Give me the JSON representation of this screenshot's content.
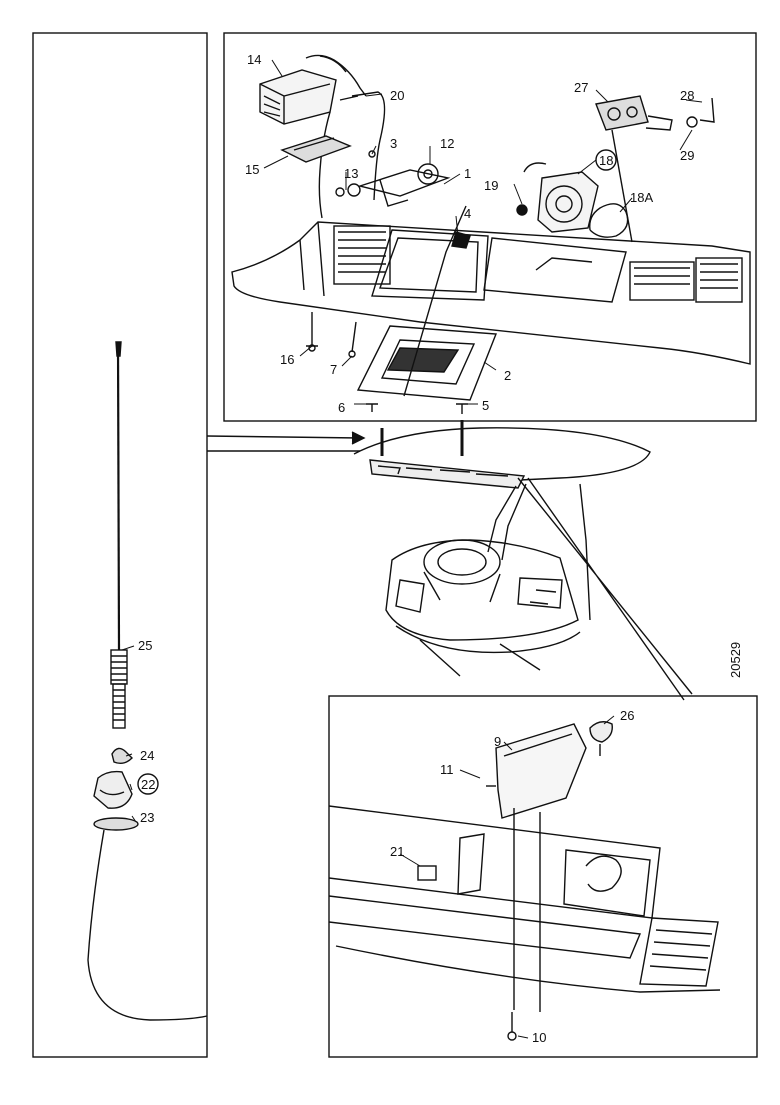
{
  "figure_code": "20529",
  "callouts": {
    "c1": "1",
    "c2": "2",
    "c3": "3",
    "c4": "4",
    "c5": "5",
    "c6": "6",
    "c7": "7",
    "c9": "9",
    "c10": "10",
    "c11": "11",
    "c12": "12",
    "c13": "13",
    "c14": "14",
    "c15": "15",
    "c16": "16",
    "c18": "18",
    "c18a": "18A",
    "c19": "19",
    "c20": "20",
    "c21": "21",
    "c22": "22",
    "c23": "23",
    "c24": "24",
    "c25": "25",
    "c26": "26",
    "c27": "27",
    "c28": "28",
    "c29": "29"
  }
}
